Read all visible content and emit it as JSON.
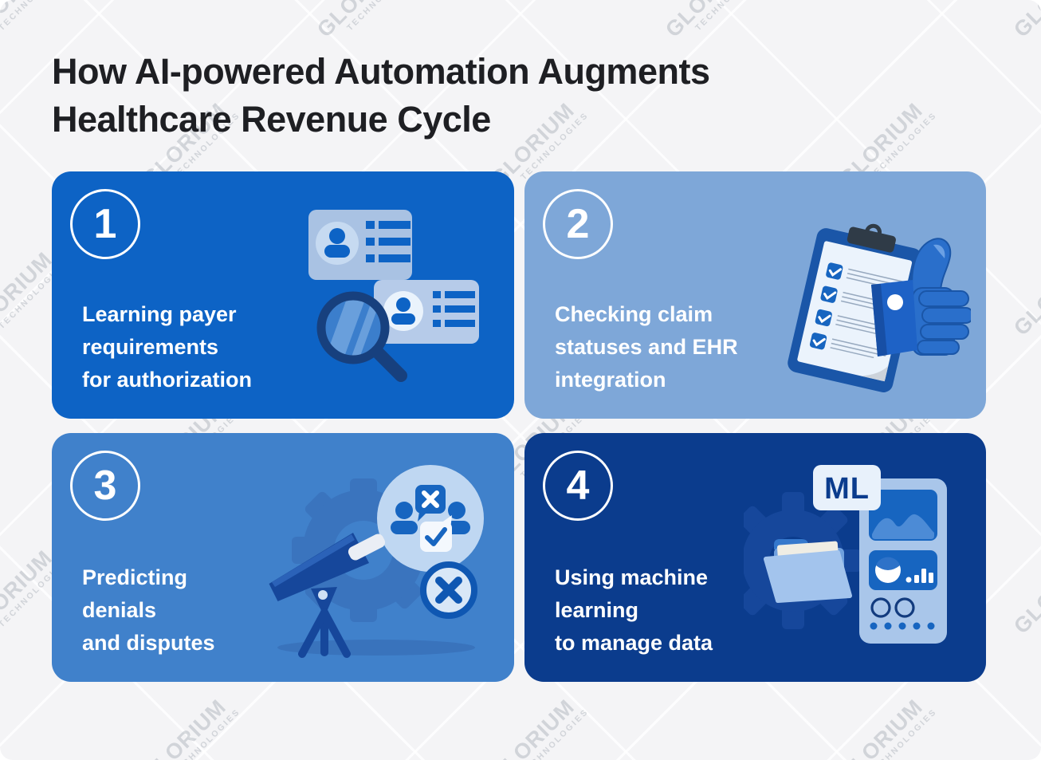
{
  "page": {
    "background_color": "#F4F4F6",
    "title_line1": "How AI-powered Automation Augments",
    "title_line2": "Healthcare Revenue Cycle",
    "title_color": "#1E1F23",
    "watermark": {
      "brand": "GLORIUM",
      "sub": "TECHNOLOGIES"
    }
  },
  "cards": [
    {
      "number": "1",
      "lines": [
        "Learning payer",
        "requirements",
        "for authorization"
      ],
      "bg": "#0D63C5",
      "illustration": "id-cards-magnifier"
    },
    {
      "number": "2",
      "lines": [
        "Checking claim",
        "statuses and EHR",
        "integration"
      ],
      "bg": "#7EA7D8",
      "illustration": "clipboard-checklist-thumbs-up"
    },
    {
      "number": "3",
      "lines": [
        "Predicting",
        "denials",
        "and disputes"
      ],
      "bg": "#4081CB",
      "illustration": "telescope-dispute-resolution"
    },
    {
      "number": "4",
      "lines": [
        "Using machine",
        "learning",
        "to manage data"
      ],
      "bg": "#0B3C8D",
      "ml_badge": "ML",
      "illustration": "ml-data-device-folder"
    }
  ]
}
